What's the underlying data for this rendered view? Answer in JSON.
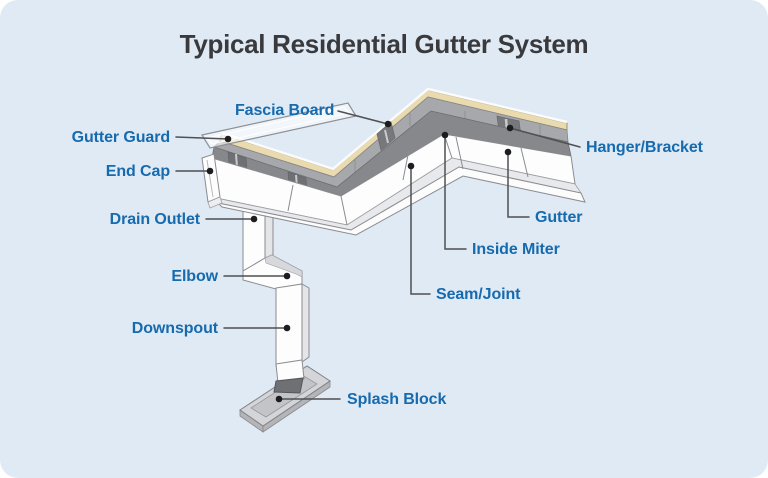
{
  "title": "Typical Residential Gutter System",
  "diagram": {
    "labels": {
      "fascia_board": "Fascia Board",
      "gutter_guard": "Gutter Guard",
      "end_cap": "End Cap",
      "drain_outlet": "Drain Outlet",
      "elbow": "Elbow",
      "downspout": "Downspout",
      "splash_block": "Splash Block",
      "hanger_bracket": "Hanger/Bracket",
      "gutter": "Gutter",
      "inside_miter": "Inside Miter",
      "seam_joint": "Seam/Joint"
    },
    "colors": {
      "background": "#dfeaf5",
      "title_text": "#3a3a3c",
      "label_text": "#166aae",
      "fascia_trim": "#e9dab0",
      "fascia_board": "#a7a8ac",
      "interior_shadow": "#87888c",
      "gutter_white": "#fdfdfe",
      "leader_line": "#4f5052"
    }
  }
}
